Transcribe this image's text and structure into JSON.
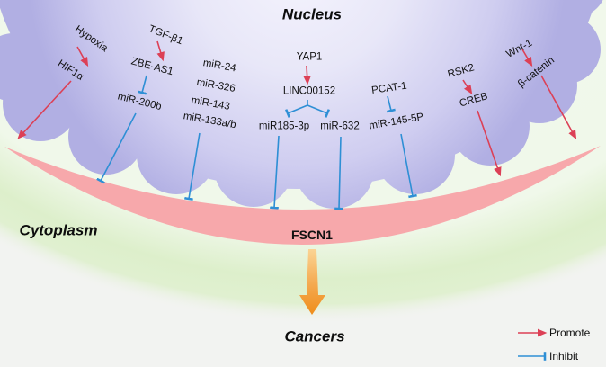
{
  "title": "FSCN1 regulation diagram",
  "regions": {
    "nucleus": "Nucleus",
    "cytoplasm": "Cytoplasm",
    "cancers": "Cancers"
  },
  "target": {
    "label": "FSCN1"
  },
  "nodes": {
    "hypoxia": "Hypoxia",
    "hif1a": "HIF1α",
    "tgfb1": "TGF-β1",
    "zbe_as1": "ZBE-AS1",
    "mir200b": "miR-200b",
    "mir24": "miR-24",
    "mir326": "miR-326",
    "mir143": "miR-143",
    "mir133ab": "miR-133a/b",
    "yap1": "YAP1",
    "linc00152": "LINC00152",
    "mir185_3p": "miR185-3p",
    "mir632": "miR-632",
    "pcat1": "PCAT-1",
    "mir145_5p": "miR-145-5P",
    "rsk2": "RSK2",
    "creb": "CREB",
    "wnt1": "Wnt-1",
    "bcatenin": "β-catenin"
  },
  "legend": {
    "promote": "Promote",
    "inhibit": "Inhibit"
  },
  "colors": {
    "promote_arrow": "#dc4056",
    "inhibit_line": "#2e8fd5",
    "membrane_band": "#f7a8ab",
    "nucleus_edge": "#b1afe3",
    "nucleus_center": "#f5f4fd",
    "cytoplasm_green": "#ddefcb",
    "cancer_arrow": "#ef8d1a",
    "background": "#f2f3f1"
  },
  "relations": [
    {
      "from": "Hypoxia",
      "to": "HIF1α",
      "type": "promote"
    },
    {
      "from": "HIF1α",
      "to": "FSCN1",
      "type": "promote"
    },
    {
      "from": "TGF-β1",
      "to": "ZBE-AS1",
      "type": "promote"
    },
    {
      "from": "ZBE-AS1",
      "to": "miR-200b",
      "type": "inhibit"
    },
    {
      "from": "miR-200b",
      "to": "FSCN1",
      "type": "inhibit"
    },
    {
      "from": "miR-24/miR-326/miR-143/miR-133a/b",
      "to": "FSCN1",
      "type": "inhibit"
    },
    {
      "from": "YAP1",
      "to": "LINC00152",
      "type": "promote"
    },
    {
      "from": "LINC00152",
      "to": "miR185-3p",
      "type": "inhibit"
    },
    {
      "from": "LINC00152",
      "to": "miR-632",
      "type": "inhibit"
    },
    {
      "from": "miR185-3p",
      "to": "FSCN1",
      "type": "inhibit"
    },
    {
      "from": "miR-632",
      "to": "FSCN1",
      "type": "inhibit"
    },
    {
      "from": "PCAT-1",
      "to": "miR-145-5P",
      "type": "inhibit"
    },
    {
      "from": "miR-145-5P",
      "to": "FSCN1",
      "type": "inhibit"
    },
    {
      "from": "RSK2",
      "to": "CREB",
      "type": "promote"
    },
    {
      "from": "CREB",
      "to": "FSCN1",
      "type": "promote"
    },
    {
      "from": "Wnt-1",
      "to": "β-catenin",
      "type": "promote"
    },
    {
      "from": "β-catenin",
      "to": "FSCN1",
      "type": "promote"
    },
    {
      "from": "FSCN1",
      "to": "Cancers",
      "type": "promote"
    }
  ]
}
